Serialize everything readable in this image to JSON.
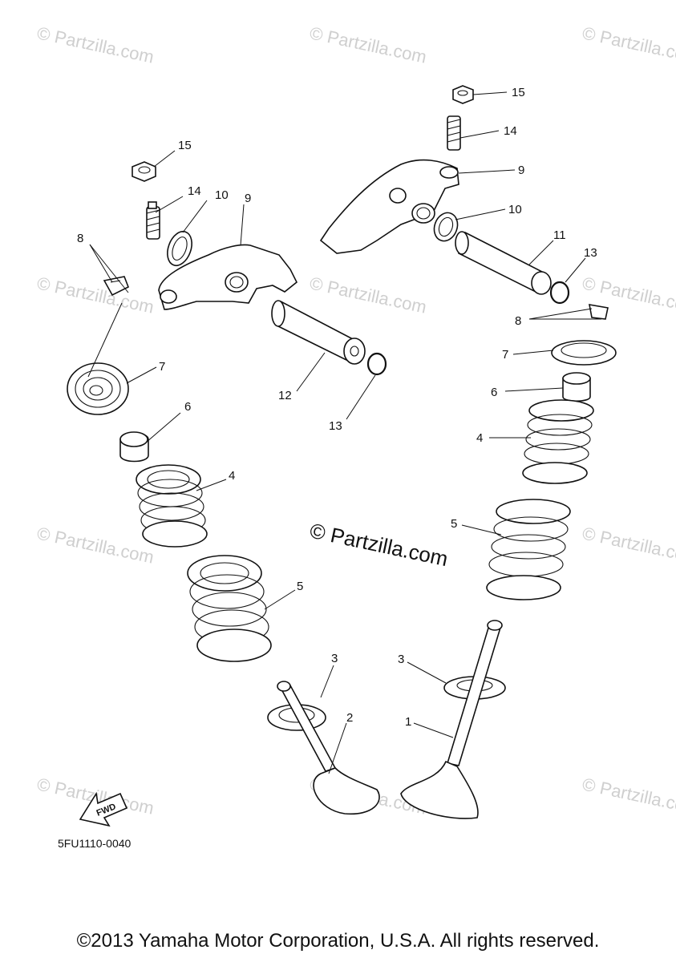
{
  "watermark": "© Partzilla.com",
  "drawing_code": "5FU1110-0040",
  "fwd_label": "FWD",
  "copyright": "©2013 Yamaha Motor Corporation, U.S.A. All rights reserved.",
  "callouts": {
    "c1": "1",
    "c2": "2",
    "c3a": "3",
    "c3b": "3",
    "c4a": "4",
    "c4b": "4",
    "c5a": "5",
    "c5b": "5",
    "c6a": "6",
    "c6b": "6",
    "c7a": "7",
    "c7b": "7",
    "c8a": "8",
    "c8b": "8",
    "c9a": "9",
    "c9b": "9",
    "c10a": "10",
    "c10b": "10",
    "c11": "11",
    "c12": "12",
    "c13a": "13",
    "c13b": "13",
    "c14a": "14",
    "c14b": "14",
    "c15a": "15",
    "c15b": "15"
  }
}
